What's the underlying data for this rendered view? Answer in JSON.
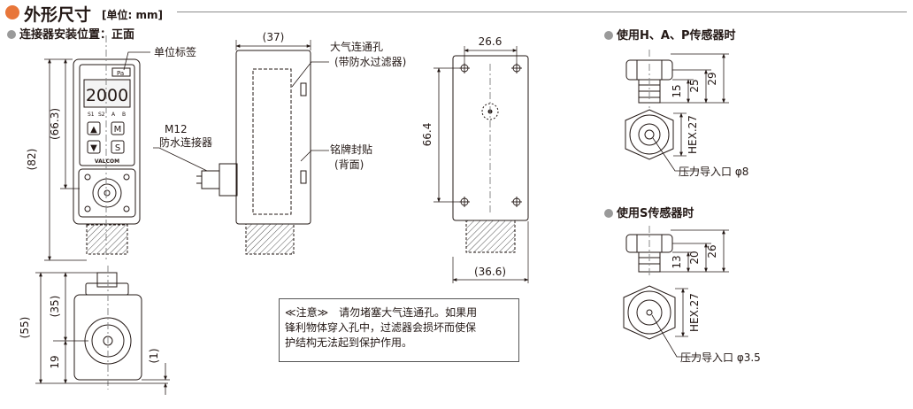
{
  "header": {
    "title": "外形尺寸",
    "unit": "[单位: mm]",
    "accent_color": "#e8763a"
  },
  "sections": {
    "front": "连接器安装位置：正面",
    "hap": "使用H、A、P传感器时",
    "s": "使用S传感器时"
  },
  "front_view": {
    "display_value": "2000",
    "pa_label": "Pa",
    "indicator_labels": [
      "S1",
      "S2",
      "A",
      "B"
    ],
    "button_up": "▲",
    "button_m": "M",
    "button_down": "▼",
    "button_s": "S",
    "brand": "VALCOM",
    "label_callout": "单位标签",
    "connector_callout_1": "M12",
    "connector_callout_2": "防水连接器",
    "dim_total_height": "(82)",
    "dim_body_height": "(66.3)"
  },
  "side_view": {
    "dim_depth": "(37)",
    "vent_callout_1": "大气连通孔",
    "vent_callout_2": "(带防水过滤器)",
    "nameplate_callout_1": "铭牌封贴",
    "nameplate_callout_2": "(背面)"
  },
  "back_view": {
    "dim_width": "26.6",
    "dim_height": "66.4",
    "dim_outer_width": "(36.6)"
  },
  "bottom_view": {
    "dim_total": "(55)",
    "dim_upper": "(35)",
    "dim_lower": "19",
    "dim_gap": "(1)"
  },
  "sensor_hap": {
    "dim_a": "15",
    "dim_b": "25",
    "dim_c": "29",
    "hex": "HEX.27",
    "port": "压力导入口 φ8"
  },
  "sensor_s": {
    "dim_a": "13",
    "dim_b": "20",
    "dim_c": "26",
    "hex": "HEX.27",
    "port": "压力导入口 φ3.5"
  },
  "notice": {
    "lines": [
      "≪注意≫　请勿堵塞大气连通孔。如果用",
      "锋利物体穿入孔中，过滤器会损坏而使保",
      "护结构无法起到保护作用。"
    ]
  }
}
